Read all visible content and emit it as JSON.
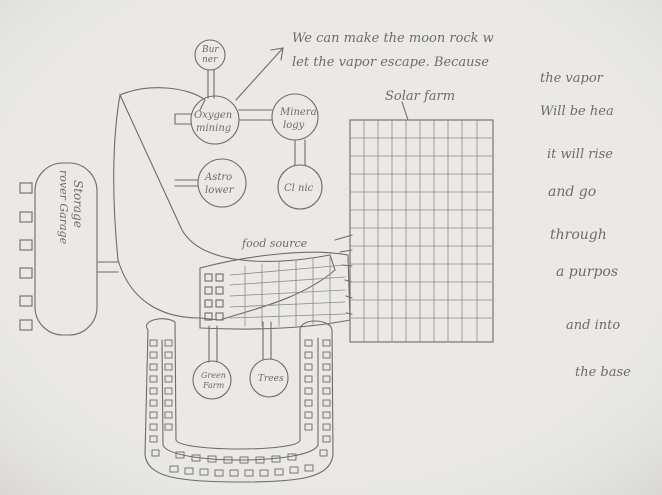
{
  "modules": {
    "burner": [
      "Bur",
      "ner"
    ],
    "oxygen_mining": [
      "Oxygen",
      "mining"
    ],
    "mineralogy": [
      "Minera",
      "logy"
    ],
    "astronomer": [
      "Astro",
      "lower"
    ],
    "clinic": [
      "Cl nic"
    ],
    "waste_storage": [
      "rover Garage",
      "Storage"
    ],
    "greenhouse": [
      "Green",
      "Farm"
    ],
    "trees": [
      "Trees"
    ]
  },
  "labels": {
    "food_source": "food source",
    "solar_farm": "Solar farm"
  },
  "note_lines": [
    "We can make the moon rock w",
    "let the vapor escape. Because",
    "the vapor",
    "Will be hea",
    "it will rise",
    "and go",
    "through",
    "a purpos",
    "and into",
    "the base"
  ],
  "colors": {
    "paper": "#e9e8e4",
    "pencil": "#6e6c68",
    "pencil_light": "#8f8d88"
  }
}
